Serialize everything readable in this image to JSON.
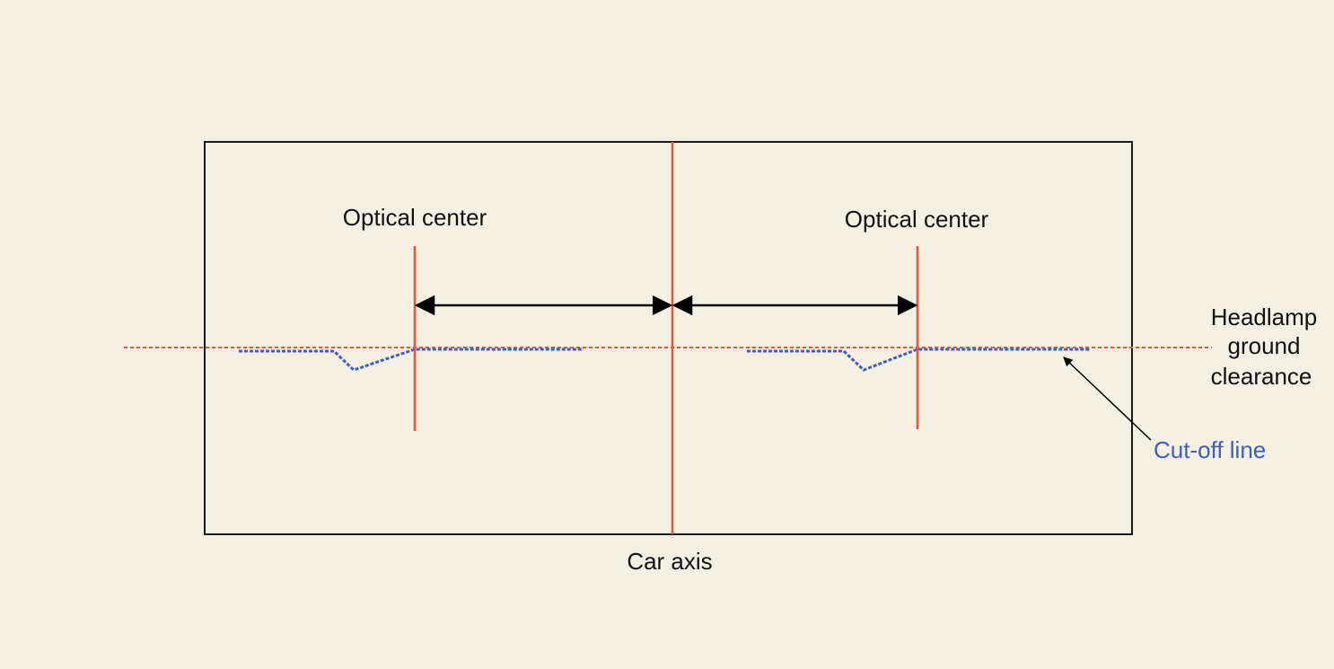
{
  "labels": {
    "optical_center_left": "Optical center",
    "optical_center_right": "Optical center",
    "headlamp_line1": "Headlamp",
    "headlamp_line2": "ground",
    "headlamp_line3": "clearance",
    "cutoff_line": "Cut-off line",
    "car_axis": "Car axis"
  },
  "colors": {
    "background": "#f4f1e4",
    "frame": "#1a1a1a",
    "axis_red": "#e8533a",
    "cutoff_blue": "#3b5fc0",
    "arrow_black": "#000000",
    "text": "#111111"
  }
}
